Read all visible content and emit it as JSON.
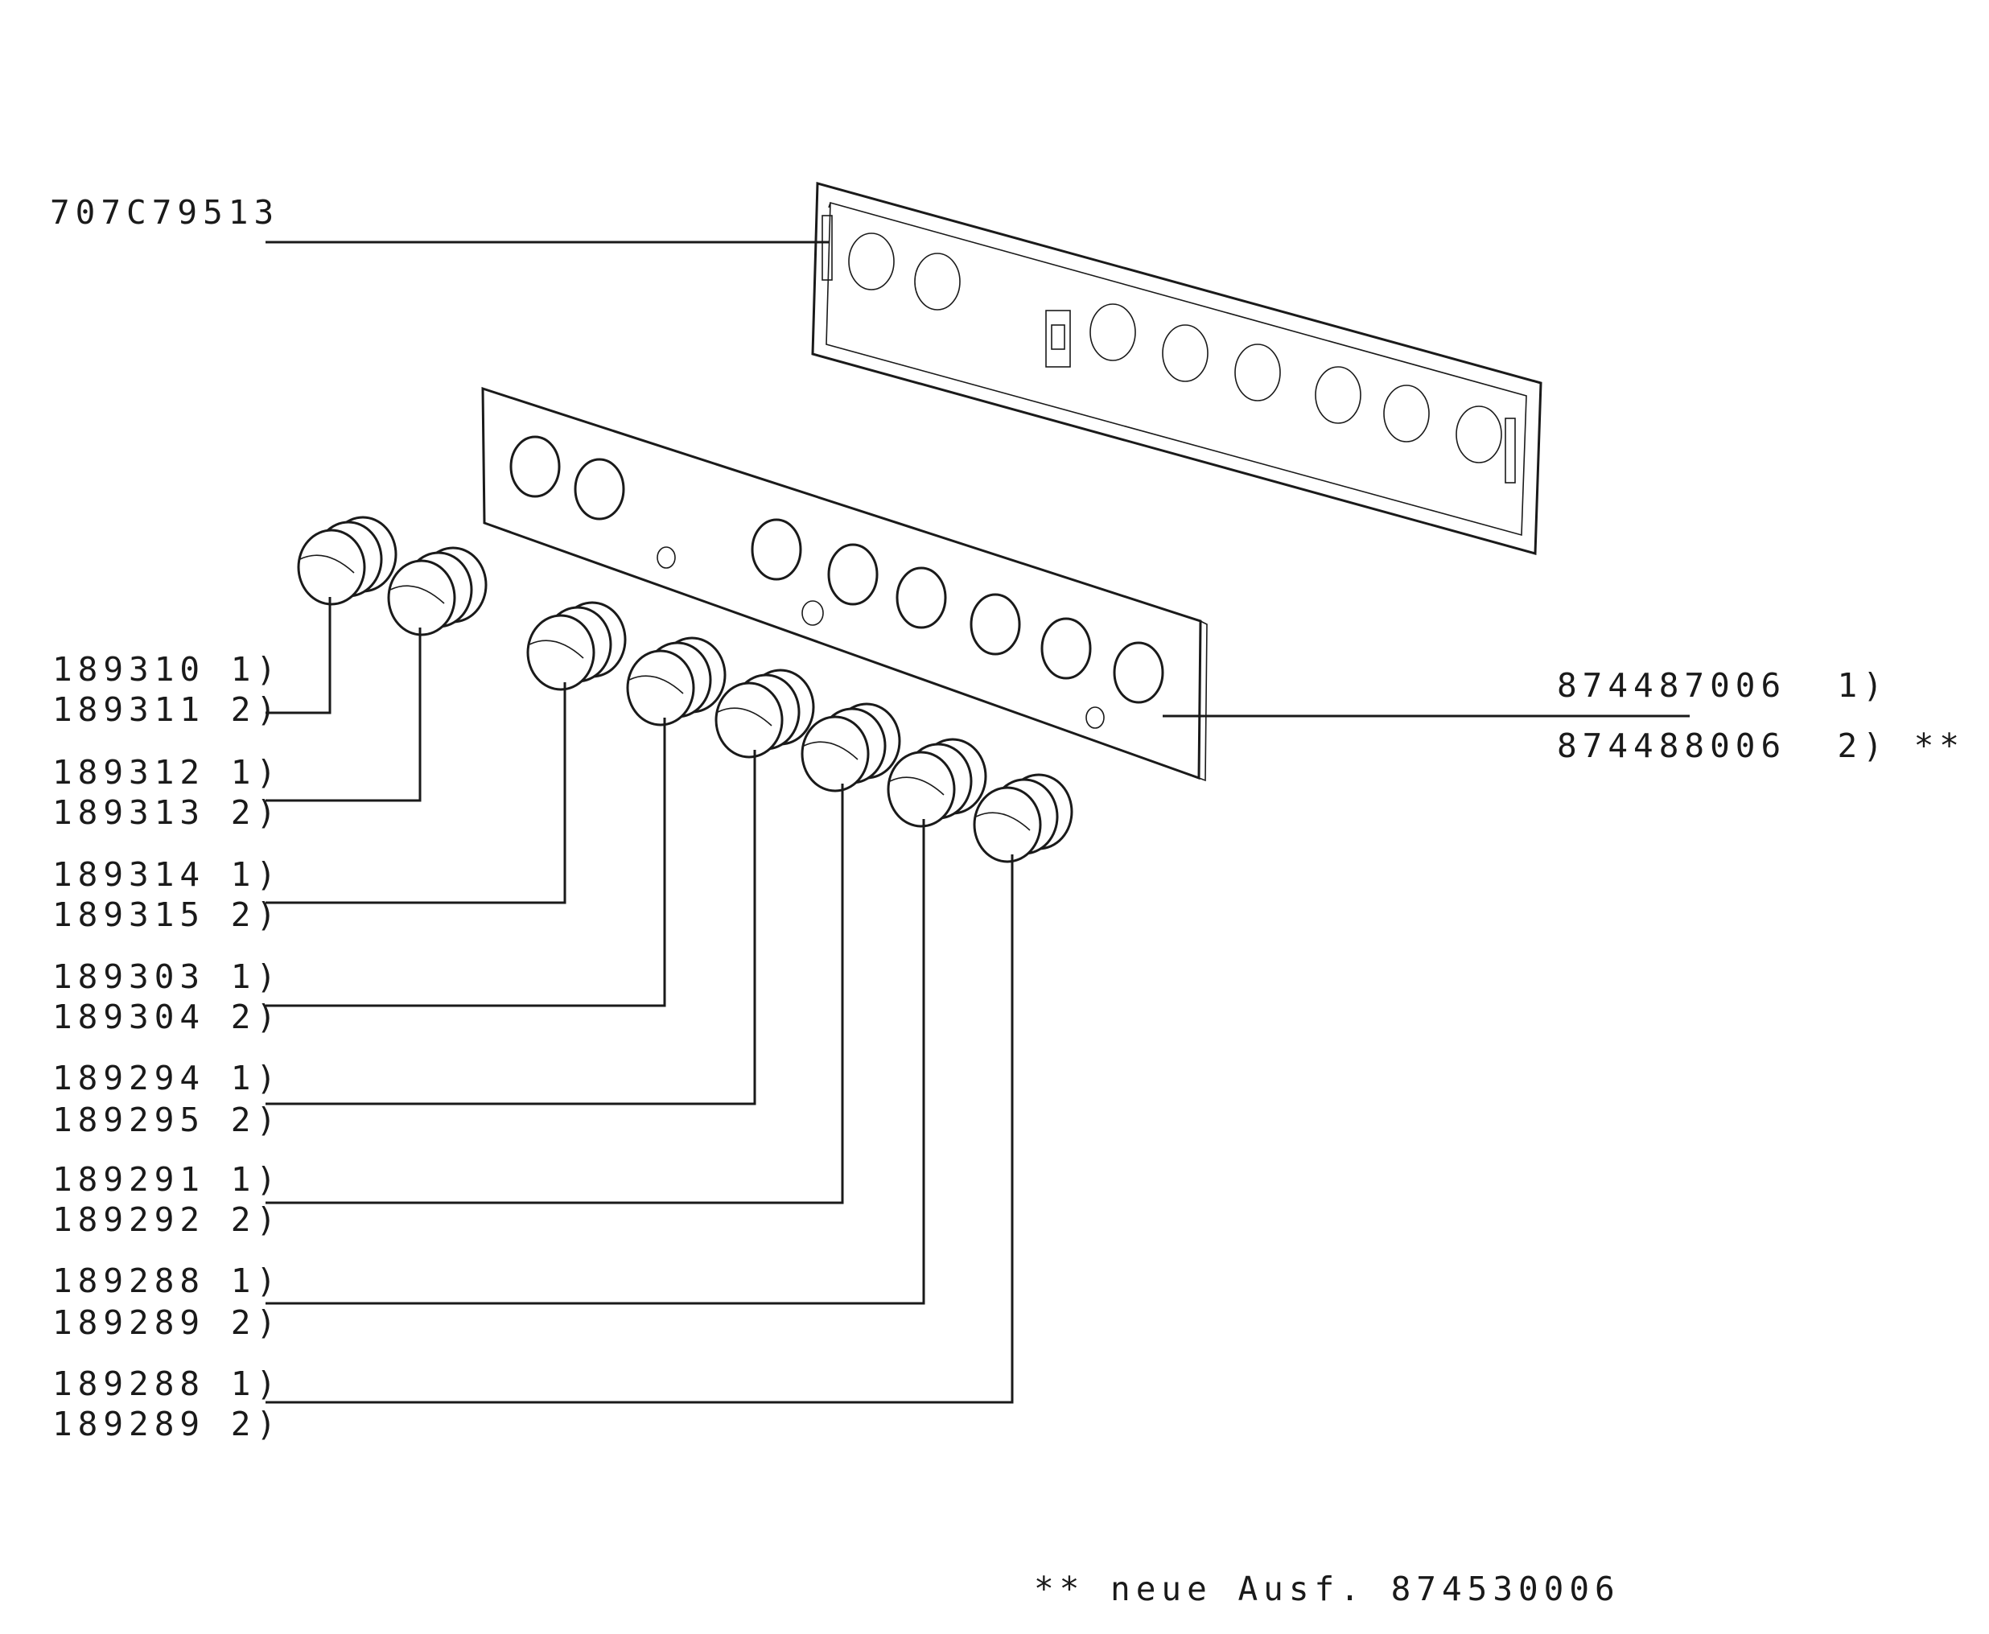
{
  "top_part": {
    "number": "707C79513"
  },
  "panel_part": {
    "variant1": "874487006  1)",
    "variant2": "874488006  2) **"
  },
  "knob_labels": [
    {
      "line1": "189310 1)",
      "line2": "189311 2)"
    },
    {
      "line1": "189312 1)",
      "line2": "189313 2)"
    },
    {
      "line1": "189314 1)",
      "line2": "189315 2)"
    },
    {
      "line1": "189303 1)",
      "line2": "189304 2)"
    },
    {
      "line1": "189294 1)",
      "line2": "189295 2)"
    },
    {
      "line1": "189291 1)",
      "line2": "189292 2)"
    },
    {
      "line1": "189288 1)",
      "line2": "189289 2)"
    },
    {
      "line1": "189288 1)",
      "line2": "189289 2)"
    }
  ],
  "footnote": "** neue Ausf. 874530006"
}
